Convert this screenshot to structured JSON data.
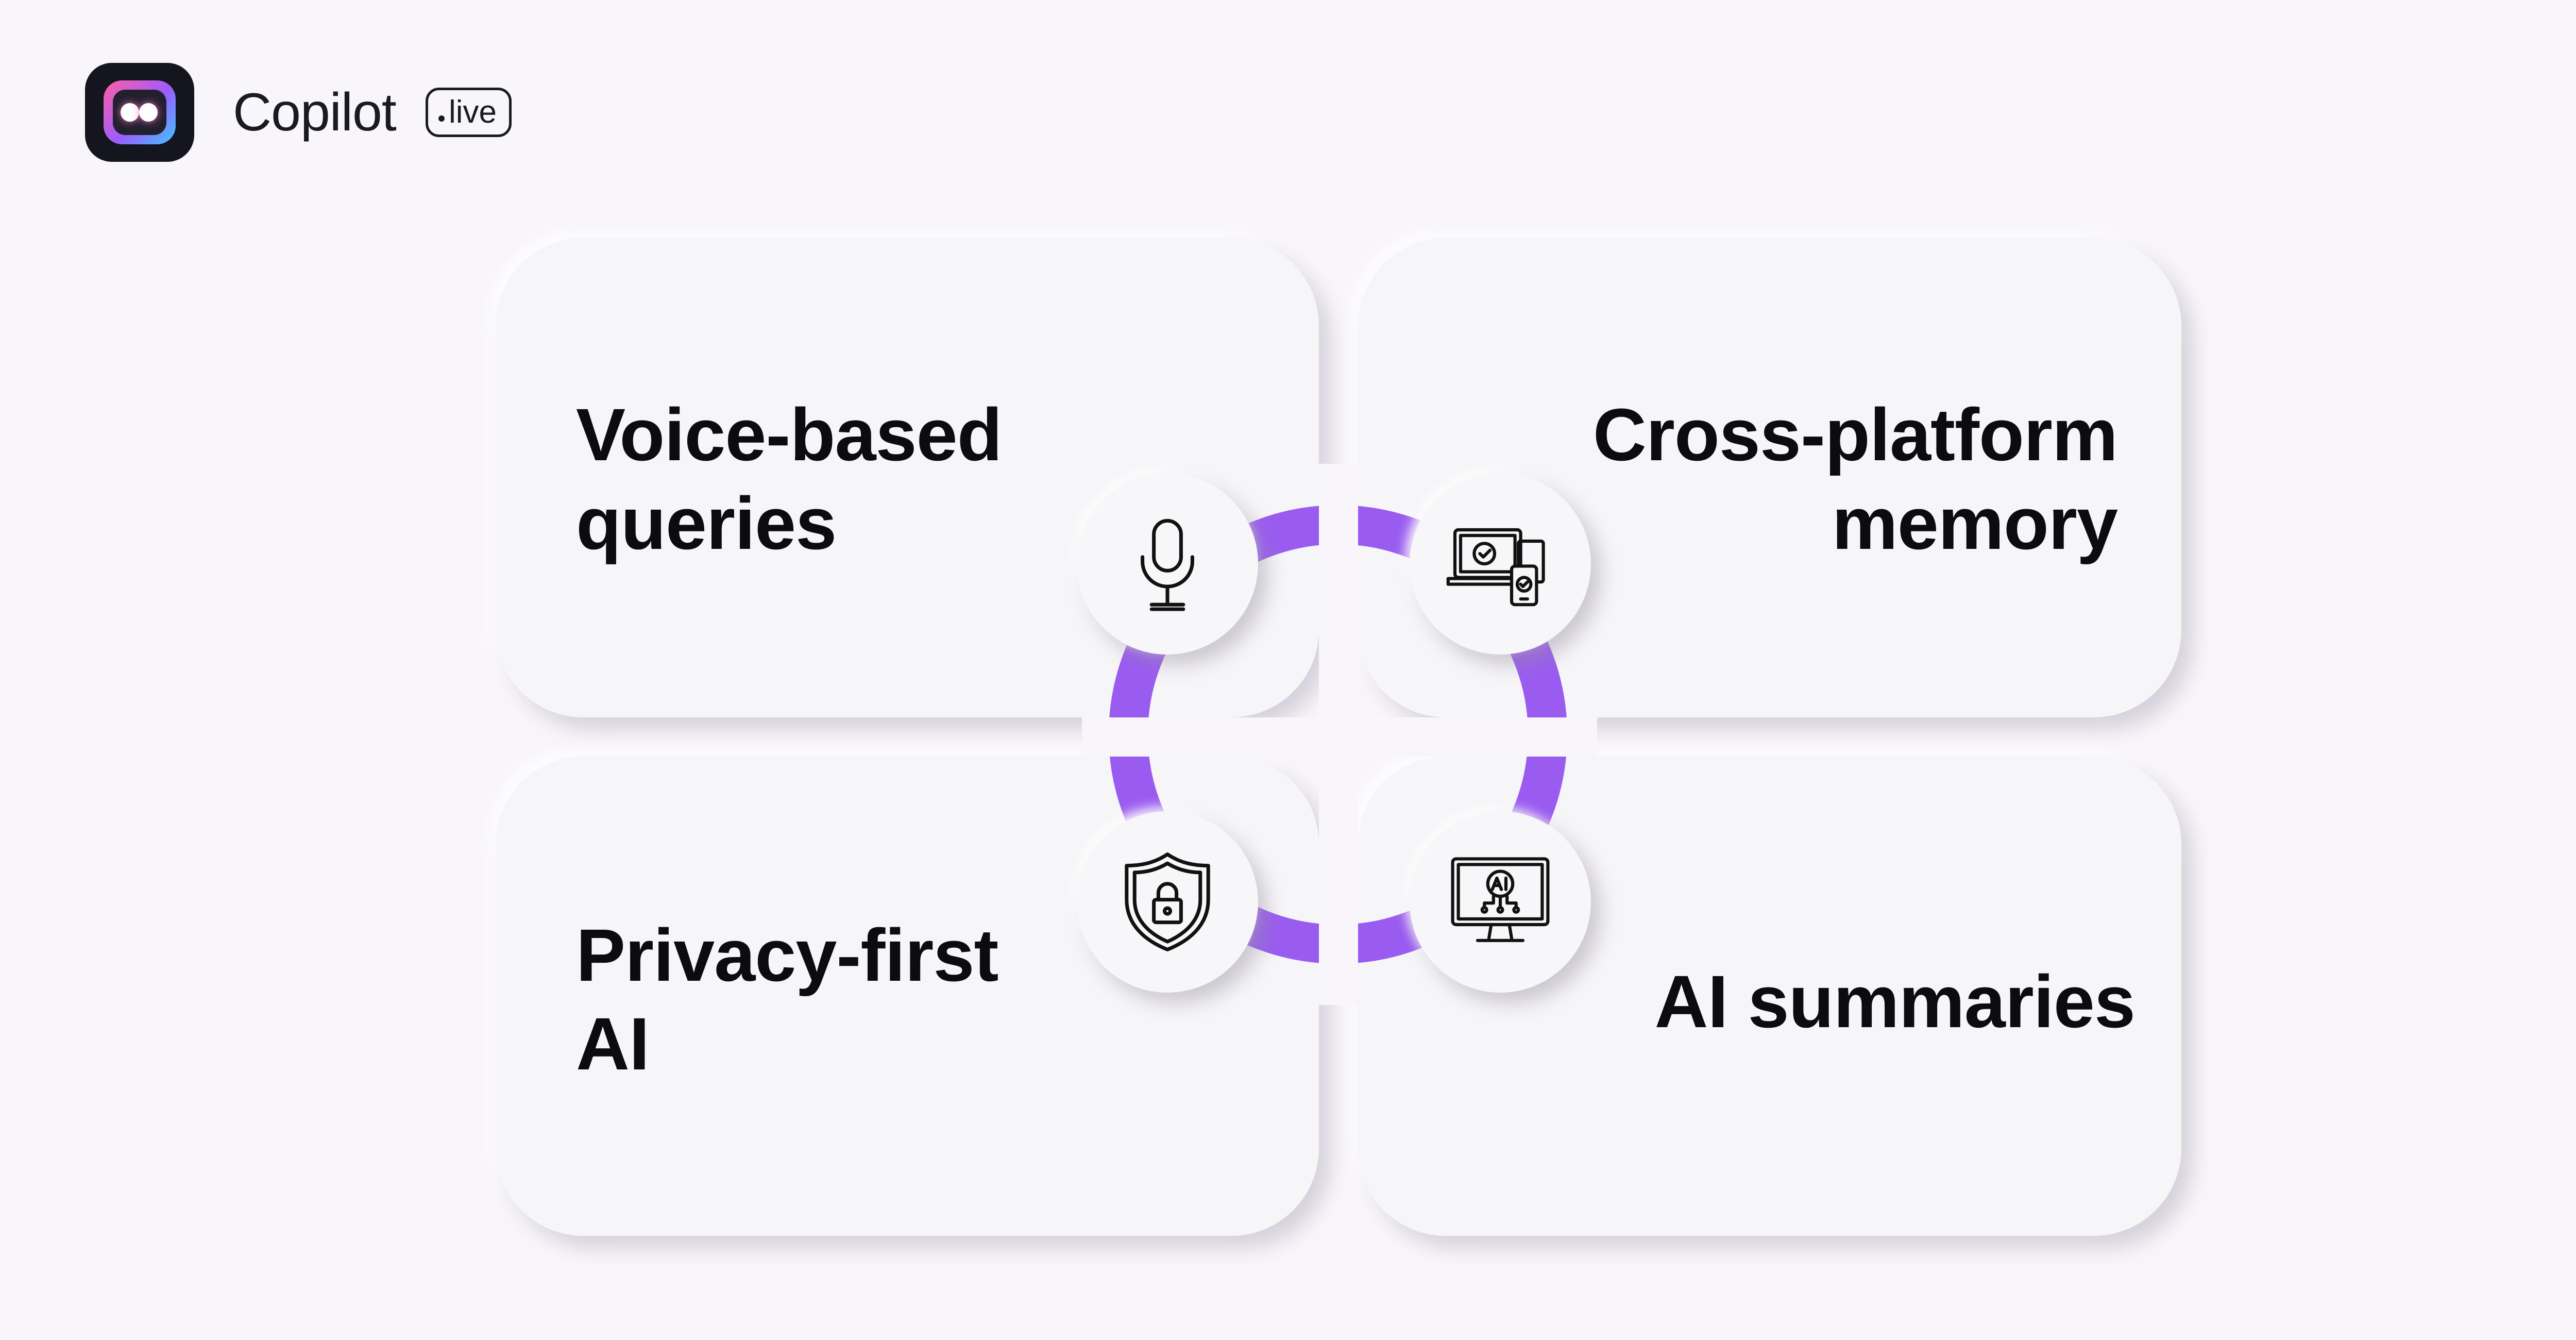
{
  "brand": {
    "name": "Copilot",
    "badge": "live"
  },
  "colors": {
    "ring": "#9a5cf0",
    "background": "#f9f6fb",
    "card": "#f6f5f8",
    "text": "#0c0c10"
  },
  "features": [
    {
      "label": "Voice-based\nqueries",
      "icon": "microphone-icon"
    },
    {
      "label": "Cross-platform\nmemory",
      "icon": "devices-sync-icon"
    },
    {
      "label": "Privacy-first\nAI",
      "icon": "shield-lock-icon"
    },
    {
      "label": "AI summaries",
      "icon": "ai-monitor-icon"
    }
  ]
}
